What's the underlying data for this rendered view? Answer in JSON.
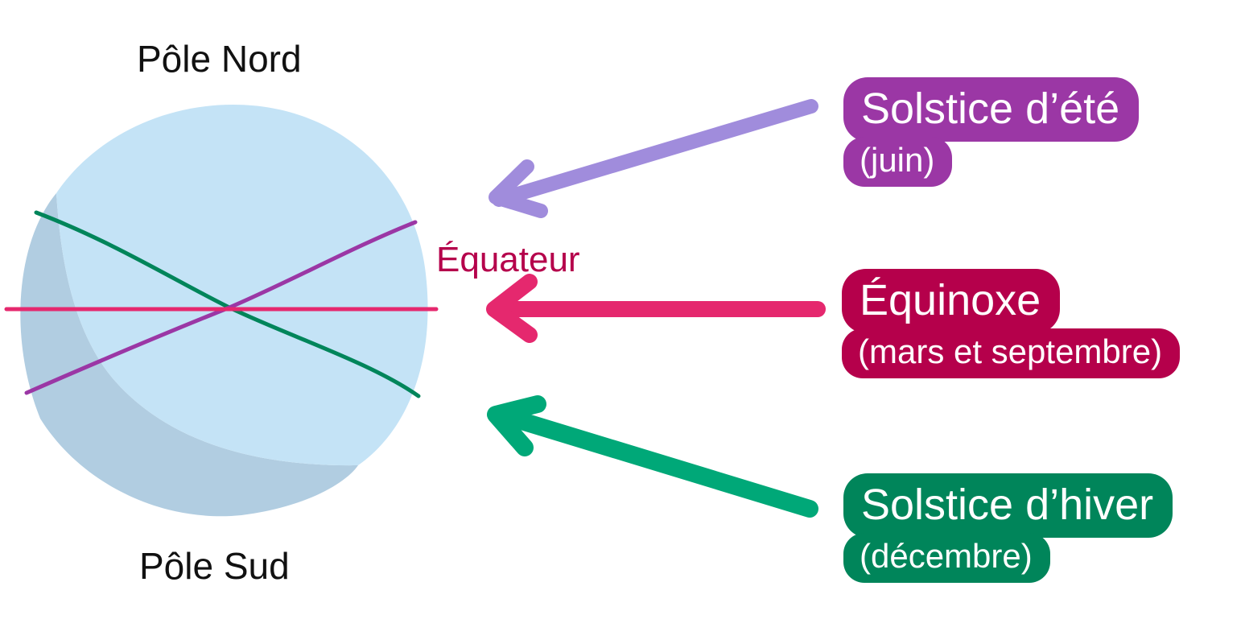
{
  "poles": {
    "north": "Pôle Nord",
    "south": "Pôle Sud"
  },
  "equator": {
    "label": "Équateur",
    "color": "#b5004b"
  },
  "seasons": [
    {
      "title": "Solstice d’été",
      "subtitle": "(juin)",
      "tag_color": "#9b37a5",
      "arrow_color": "#a08cdc",
      "axis_color": "#9b37a5"
    },
    {
      "title": "Équinoxe",
      "subtitle": "(mars et septembre)",
      "tag_color": "#b5004b",
      "arrow_color": "#e5286e",
      "axis_color": "#e5286e"
    },
    {
      "title": "Solstice d’hiver",
      "subtitle": "(décembre)",
      "tag_color": "#00855a",
      "arrow_color": "#00a878",
      "axis_color": "#00855a"
    }
  ],
  "globe": {
    "fill_color": "#c4e3f6",
    "shadow_color": "#b1cde1"
  }
}
